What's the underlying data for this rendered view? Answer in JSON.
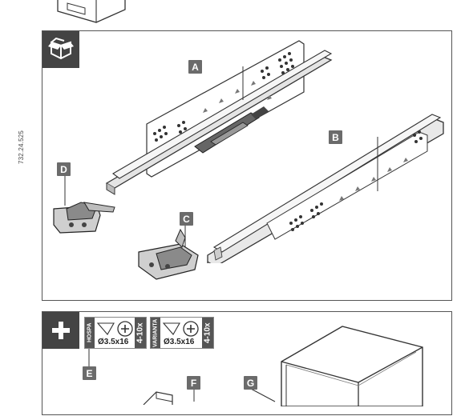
{
  "document_code": "732.24.525",
  "parts_panel": {
    "labels": {
      "a": "A",
      "b": "B",
      "c": "C",
      "d": "D"
    }
  },
  "accessories_panel": {
    "labels": {
      "e": "E",
      "f": "F",
      "g": "G"
    },
    "screws": [
      {
        "type": "HOSPA",
        "size": "Ø3.5x16",
        "qty": "4-10x"
      },
      {
        "type": "VARIANTA",
        "size": "Ø3.5x16",
        "qty": "4-10x"
      }
    ]
  },
  "icons": {
    "parts_badge": "open-box-icon",
    "accessories_badge": "plus-icon"
  }
}
